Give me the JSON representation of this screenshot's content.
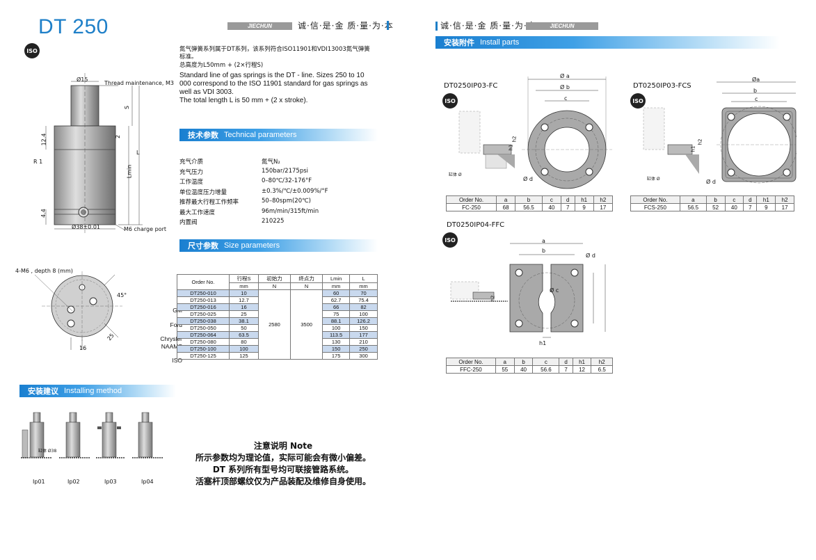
{
  "page": {
    "title": "DT 250",
    "brand": "JIECHUN",
    "motto_left": "诚·信·是·金  质·量·为·本",
    "motto_right": "诚·信·是·金  质·量·为·本",
    "iso_label": "ISO"
  },
  "intro": {
    "cn_line1": "氮气弹簧系列属于DT系列，该系列符合ISO11901和VDI13003氮气弹簧标准。",
    "cn_line2": "总高度为L50mm + (2×行程S)",
    "en_text": "Standard line of gas springs is the DT - line. Sizes 250 to 10 000 correspond to the ISO 11901 standard  for gas springs as well as VDI 3003.",
    "en_length": "The total length L is 50 mm + (2 x stroke)."
  },
  "sections": {
    "tech": {
      "cn": "技术参数",
      "en": "Technical parameters"
    },
    "size": {
      "cn": "尺寸参数",
      "en": "Size parameters"
    },
    "install": {
      "cn": "安装建议",
      "en": "Installing method"
    },
    "parts": {
      "cn": "安装附件",
      "en": "Install parts"
    }
  },
  "tech_params": [
    {
      "label": "充气介质",
      "value": "氮气N₂"
    },
    {
      "label": "充气压力",
      "value": "150bar/2175psi"
    },
    {
      "label": "工作温度",
      "value": "0–80℃/32-176°F"
    },
    {
      "label": "单位温度压力增量",
      "value": "±0.3%/℃/±0.009%/°F"
    },
    {
      "label": "推荐最大行程工作频率",
      "value": "50–80spm(20℃)"
    },
    {
      "label": "最大工作速度",
      "value": "96m/min/315ft/min"
    },
    {
      "label": "内置阀",
      "value": "210225"
    }
  ],
  "drawing_labels": {
    "dia15": "Ø15",
    "thread": "Thread maintenance, M3",
    "s": "S",
    "dim2": "2",
    "dim12_4": "12.4",
    "r1": "R 1",
    "lmin": "Lmin",
    "l": "L",
    "dim4_4": "4.4",
    "dia38": "Ø38±0.01",
    "charge": "M6 charge port",
    "m6": "4-M6 , depth 8 (mm)",
    "angle": "45°",
    "dim16": "16",
    "dim25": "25"
  },
  "size_table": {
    "headers": [
      "Order No.",
      "行程S",
      "初始力",
      "终点力",
      "Lmin",
      "L"
    ],
    "units": [
      "mm",
      "N",
      "N",
      "mm",
      "mm"
    ],
    "initial_force": "2580",
    "end_force": "3500",
    "rows": [
      {
        "order": "DT250-010",
        "s": "10",
        "lmin": "60",
        "l": "70",
        "tag": ""
      },
      {
        "order": "DT250-013",
        "s": "12.7",
        "lmin": "62.7",
        "l": "75.4",
        "tag": ""
      },
      {
        "order": "DT250-016",
        "s": "16",
        "lmin": "66",
        "l": "82",
        "tag": "GM"
      },
      {
        "order": "DT250-025",
        "s": "25",
        "lmin": "75",
        "l": "100",
        "tag": ""
      },
      {
        "order": "DT250-038",
        "s": "38.1",
        "lmin": "88.1",
        "l": "126.2",
        "tag": "Ford"
      },
      {
        "order": "DT250-050",
        "s": "50",
        "lmin": "100",
        "l": "150",
        "tag": ""
      },
      {
        "order": "DT250-064",
        "s": "63.5",
        "lmin": "113.5",
        "l": "177",
        "tag": "Chrysler"
      },
      {
        "order": "DT250-080",
        "s": "80",
        "lmin": "130",
        "l": "210",
        "tag": "NAAMS"
      },
      {
        "order": "DT250-100",
        "s": "100",
        "lmin": "150",
        "l": "250",
        "tag": ""
      },
      {
        "order": "DT250-125",
        "s": "125",
        "lmin": "175",
        "l": "300",
        "tag": "ISO"
      }
    ]
  },
  "install_methods": [
    "Ip01",
    "Ip02",
    "Ip03",
    "Ip04"
  ],
  "install_small": "缸体 Ø38",
  "note": {
    "title": "注意说明 Note",
    "line1": "所示参数均为理论值，实际可能会有微小偏差。",
    "line2": "DT 系列所有型号均可联接管路系统。",
    "line3": "活塞杆顶部螺纹仅为产品装配及维修自身使用。"
  },
  "parts": {
    "fc": {
      "title": "DT0250IP03-FC",
      "labels": {
        "a": "Ø a",
        "b": "Ø b",
        "c": "c",
        "d": "Ø d",
        "h1": "h1",
        "h2": "h2",
        "body": "缸体 Ø"
      },
      "headers": [
        "Order No.",
        "a",
        "b",
        "c",
        "d",
        "h1",
        "h2"
      ],
      "row": [
        "FC-250",
        "68",
        "56.5",
        "40",
        "7",
        "9",
        "17"
      ]
    },
    "fcs": {
      "title": "DT0250IP03-FCS",
      "labels": {
        "a": "Øa",
        "b": "b",
        "c": "c",
        "d": "Ø d",
        "h1": "h1",
        "h2": "h2",
        "body": "缸体 Ø"
      },
      "headers": [
        "Order No.",
        "a",
        "b",
        "c",
        "d",
        "h1",
        "h2"
      ],
      "row": [
        "FCS-250",
        "56.5",
        "52",
        "40",
        "7",
        "9",
        "17"
      ]
    },
    "ffc": {
      "title": "DT0250IP04-FFC",
      "labels": {
        "a": "a",
        "b": "b",
        "c": "Ø c",
        "d": "Ø d",
        "h1": "h1",
        "h2": "h2"
      },
      "headers": [
        "Order No.",
        "a",
        "b",
        "c",
        "d",
        "h1",
        "h2"
      ],
      "row": [
        "FFC-250",
        "55",
        "40",
        "56.6",
        "7",
        "12",
        "6.5"
      ]
    }
  }
}
